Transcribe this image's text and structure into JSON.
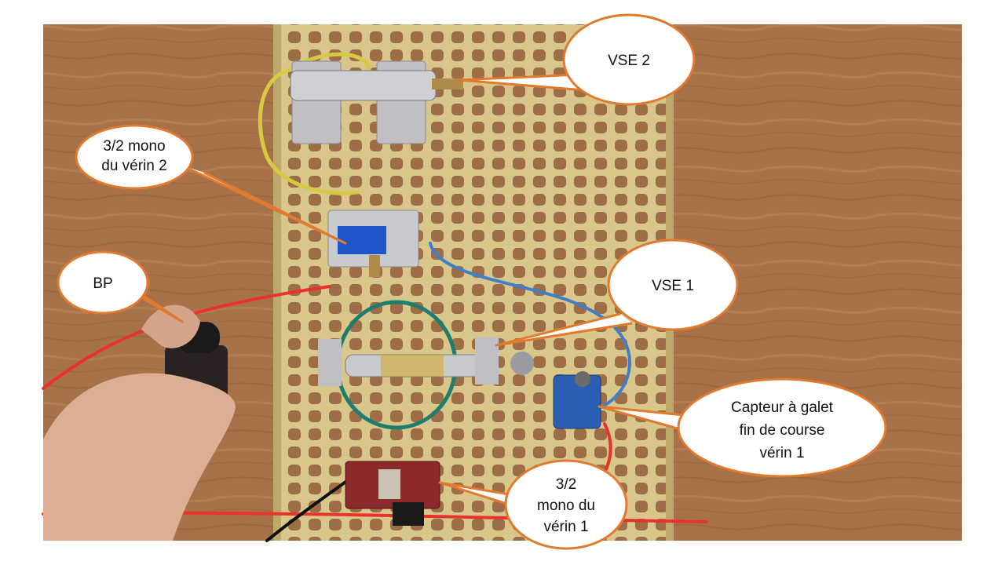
{
  "scene": {
    "description_hidden": "",
    "colors": {
      "wood": "#a77249",
      "grid": "#d8c58a",
      "callout_fill": "#ffffff",
      "callout_stroke": "#e07a2e",
      "tube_red": "#e8322d",
      "tube_blue": "#3f7fc8",
      "tube_yellow": "#d8c942",
      "tube_green": "#1f7d6e"
    }
  },
  "callouts": [
    {
      "id": "vse2",
      "lines": [
        "VSE 2"
      ]
    },
    {
      "id": "mono2",
      "lines": [
        "3/2 mono",
        "du vérin 2"
      ]
    },
    {
      "id": "bp",
      "lines": [
        "BP"
      ]
    },
    {
      "id": "vse1",
      "lines": [
        "VSE 1"
      ]
    },
    {
      "id": "capteur",
      "lines": [
        "Capteur à galet",
        "fin de course",
        "vérin 1"
      ]
    },
    {
      "id": "mono1",
      "lines": [
        "3/2",
        "mono du",
        "vérin 1"
      ]
    }
  ]
}
